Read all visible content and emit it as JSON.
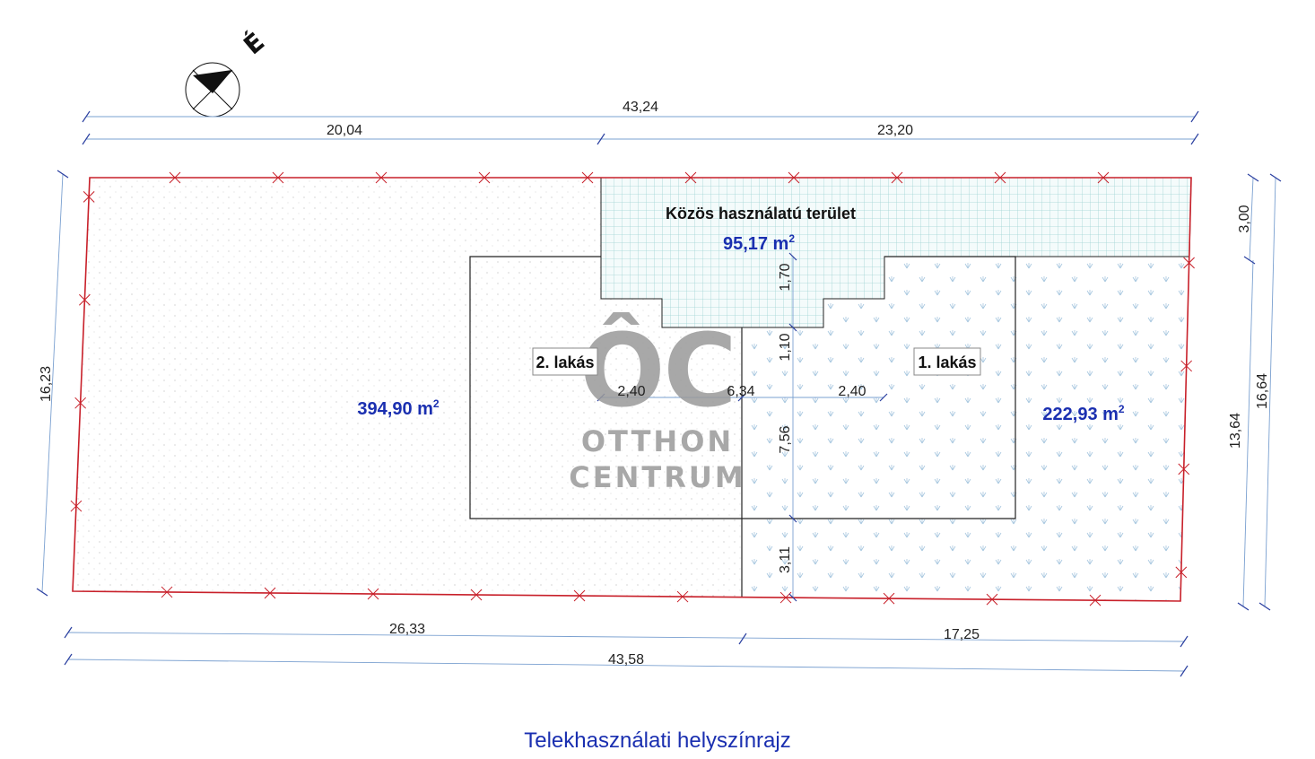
{
  "north_label": "É",
  "watermark": {
    "mark": "ÔC",
    "line1": "OTTHON",
    "line2": "CENTRUM"
  },
  "common_area": {
    "label": "Közös használatú terület",
    "area_value": "95,17 m",
    "area_sup": "2"
  },
  "left_parcel": {
    "area_value": "394,90 m",
    "area_sup": "2"
  },
  "right_parcel": {
    "area_value": "222,93 m",
    "area_sup": "2"
  },
  "unit2": {
    "label": "2. lakás"
  },
  "unit1": {
    "label": "1. lakás"
  },
  "dimensions": {
    "top_total": "43,24",
    "top_left": "20,04",
    "top_right": "23,20",
    "bottom_left": "26,33",
    "bottom_right": "17,25",
    "bottom_total": "43,58",
    "left_side": "16,23",
    "right_top": "3,00",
    "right_lower": "13,64",
    "right_total": "16,64",
    "inner_170": "1,70",
    "inner_110": "1,10",
    "inner_756": "7,56",
    "inner_311": "3,11",
    "inner_240_left": "2,40",
    "inner_634": "6,34",
    "inner_240_right": "2,40"
  },
  "colors": {
    "boundary": "#c8202a",
    "area_text": "#1a2fb0",
    "dimension_line": "#7aa0d0",
    "grid": "#9fd3d3"
  },
  "caption": "Telekhasználati helyszínrajz"
}
